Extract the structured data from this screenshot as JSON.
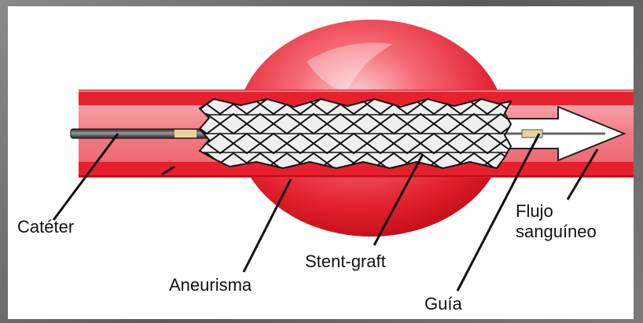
{
  "labels": {
    "cateter": "Catéter",
    "aneurisma": "Aneurisma",
    "stent_graft": "Stent-graft",
    "guia": "Guía",
    "flujo_line1": "Flujo",
    "flujo_line2": "sanguíneo"
  },
  "colors": {
    "vessel_wall": "#e8202e",
    "vessel_lumen": "#f06b74",
    "aneurysm_light": "#f7a3a9",
    "aneurysm_dark": "#d8101e",
    "stent_fill": "#eeeeee",
    "stent_line": "#111111",
    "leader_line": "#111111",
    "background": "#ffffff",
    "frame": "#6e6e6e"
  }
}
